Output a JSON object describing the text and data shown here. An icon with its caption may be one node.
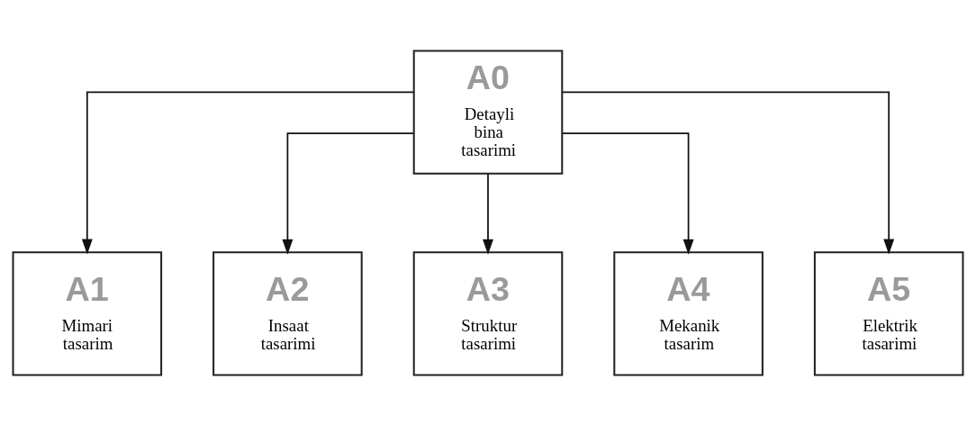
{
  "diagram": {
    "nodes": [
      {
        "text": [
          "A0",
          "Detayli bina tasarimi"
        ]
      },
      {
        "text": [
          "A1",
          "Mimari tasarim"
        ]
      },
      {
        "text": [
          "A2",
          "Insaat tasarimi"
        ]
      },
      {
        "text": [
          "A3",
          "Struktur tasarimi"
        ]
      },
      {
        "text": [
          "A4",
          "Mekanik tasarim"
        ]
      },
      {
        "text": [
          "A5",
          "Elektrik tasarimi"
        ]
      }
    ],
    "edges": [
      {
        "from": 0,
        "to": 1,
        "arrow": "to"
      },
      {
        "from": 0,
        "to": 2,
        "arrow": "to"
      },
      {
        "from": 0,
        "to": 3,
        "arrow": "to"
      },
      {
        "from": 0,
        "to": 4,
        "arrow": "to"
      },
      {
        "from": 0,
        "to": 5,
        "arrow": "to"
      }
    ]
  }
}
